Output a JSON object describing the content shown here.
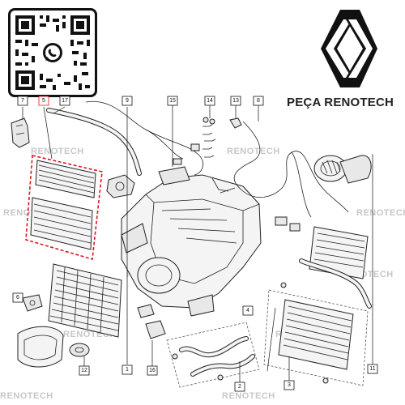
{
  "brand": {
    "name": "PEÇA RENOTECH",
    "watermark": "RENOTECH",
    "logo_icon": "renault-diamond-logo",
    "qr_icon": "whatsapp-qr-code"
  },
  "colors": {
    "highlight": "#e0141c",
    "line": "#222222",
    "watermark": "#9a9a9a"
  },
  "callouts": {
    "c1": "1",
    "c2": "2",
    "c3": "3",
    "c4": "4",
    "c5": "5",
    "c6": "6",
    "c7": "7",
    "c8": "8",
    "c9": "9",
    "c11": "11",
    "c12": "12",
    "c13": "13",
    "c14": "14",
    "c15": "15",
    "c16": "16",
    "c17": "17"
  }
}
